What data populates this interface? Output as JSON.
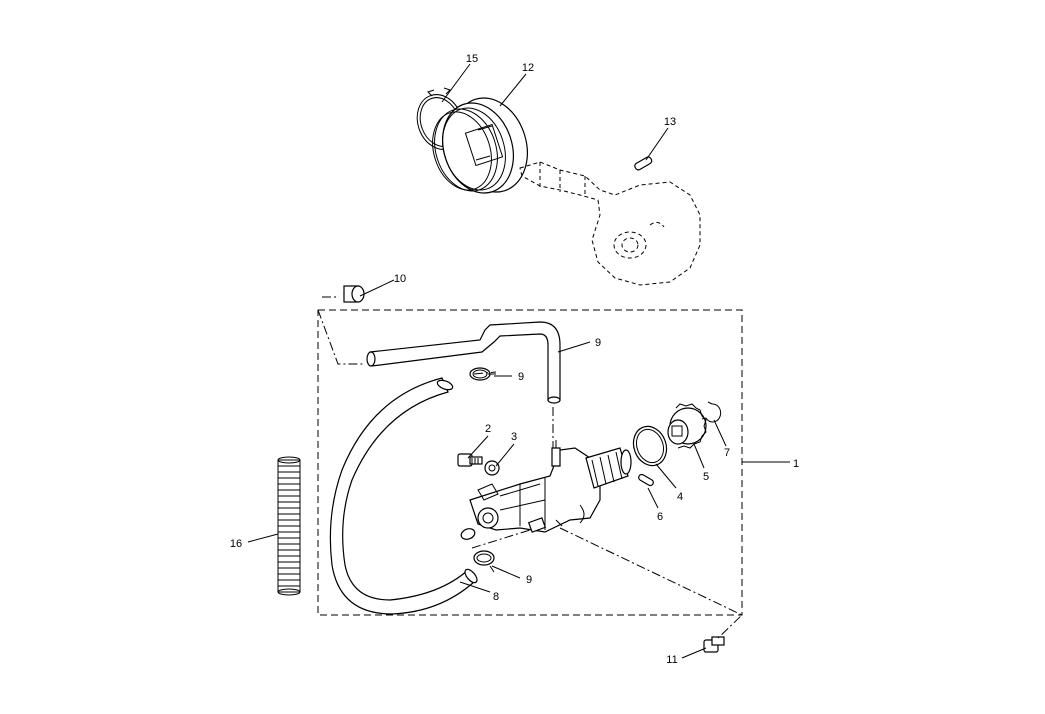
{
  "callouts": [
    {
      "id": "c1",
      "text": "1"
    },
    {
      "id": "c2",
      "text": "2"
    },
    {
      "id": "c3",
      "text": "3"
    },
    {
      "id": "c4",
      "text": "4"
    },
    {
      "id": "c5",
      "text": "5"
    },
    {
      "id": "c6",
      "text": "6"
    },
    {
      "id": "c7",
      "text": "7"
    },
    {
      "id": "c8",
      "text": "8"
    },
    {
      "id": "c9a",
      "text": "9"
    },
    {
      "id": "c9b",
      "text": "9"
    },
    {
      "id": "c10",
      "text": "10"
    },
    {
      "id": "c11",
      "text": "11"
    },
    {
      "id": "c12",
      "text": "12"
    },
    {
      "id": "c13",
      "text": "13"
    },
    {
      "id": "c14",
      "text": "14"
    },
    {
      "id": "c15",
      "text": "15"
    },
    {
      "id": "c16",
      "text": "16"
    }
  ]
}
